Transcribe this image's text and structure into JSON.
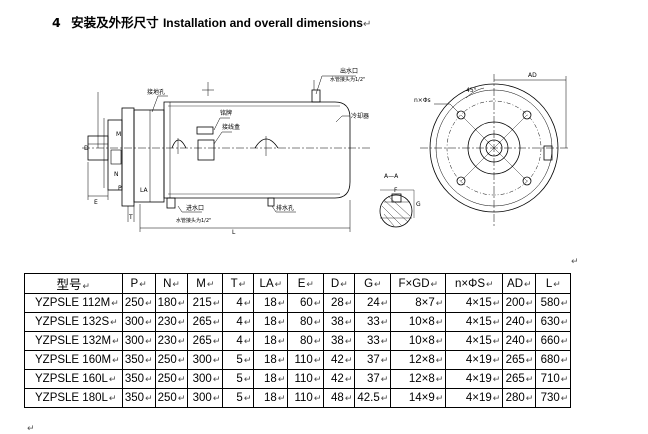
{
  "heading": {
    "number": "4",
    "cn": "安装及外形尺寸",
    "en": "Installation and overall dimensions"
  },
  "drawing": {
    "side_view_labels": {
      "earth_hole": "接地孔",
      "nameplate": "铭牌",
      "terminal_box": "接线盒",
      "outlet_top": "出水口",
      "outlet_thread": "水管接头为1/2\"",
      "heat_exchanger": "冷却器",
      "inlet_bottom": "进水口",
      "inlet_thread": "水管接头为1/2\"",
      "drain_hole": "排水孔",
      "dim_L": "L",
      "dim_E": "E",
      "dim_T": "T",
      "dim_D": "D",
      "dim_M": "M",
      "dim_N": "N",
      "dim_P": "P",
      "dim_LA": "LA"
    },
    "section_view_labels": {
      "section": "A—A",
      "dim_F": "F",
      "dim_G": "G"
    },
    "front_view_labels": {
      "holes": "n×Φs",
      "angle": "45°",
      "dim_AD": "AD"
    }
  },
  "table": {
    "headers": [
      "型号",
      "P",
      "N",
      "M",
      "T",
      "LA",
      "E",
      "D",
      "G",
      "F×GD",
      "n×ΦS",
      "AD",
      "L"
    ],
    "rows": [
      [
        "YZPSLE 112M",
        "250",
        "180",
        "215",
        "4",
        "18",
        "60",
        "28",
        "24",
        "8×7",
        "4×15",
        "200",
        "580"
      ],
      [
        "YZPSLE 132S",
        "300",
        "230",
        "265",
        "4",
        "18",
        "80",
        "38",
        "33",
        "10×8",
        "4×15",
        "240",
        "630"
      ],
      [
        "YZPSLE 132M",
        "300",
        "230",
        "265",
        "4",
        "18",
        "80",
        "38",
        "33",
        "10×8",
        "4×15",
        "240",
        "660"
      ],
      [
        "YZPSLE 160M",
        "350",
        "250",
        "300",
        "5",
        "18",
        "110",
        "42",
        "37",
        "12×8",
        "4×19",
        "265",
        "680"
      ],
      [
        "YZPSLE 160L",
        "350",
        "250",
        "300",
        "5",
        "18",
        "110",
        "42",
        "37",
        "12×8",
        "4×19",
        "265",
        "710"
      ],
      [
        "YZPSLE 180L",
        "350",
        "250",
        "300",
        "5",
        "18",
        "110",
        "48",
        "42.5",
        "14×9",
        "4×19",
        "280",
        "730"
      ]
    ]
  },
  "marks": {
    "paragraph": "↵"
  }
}
